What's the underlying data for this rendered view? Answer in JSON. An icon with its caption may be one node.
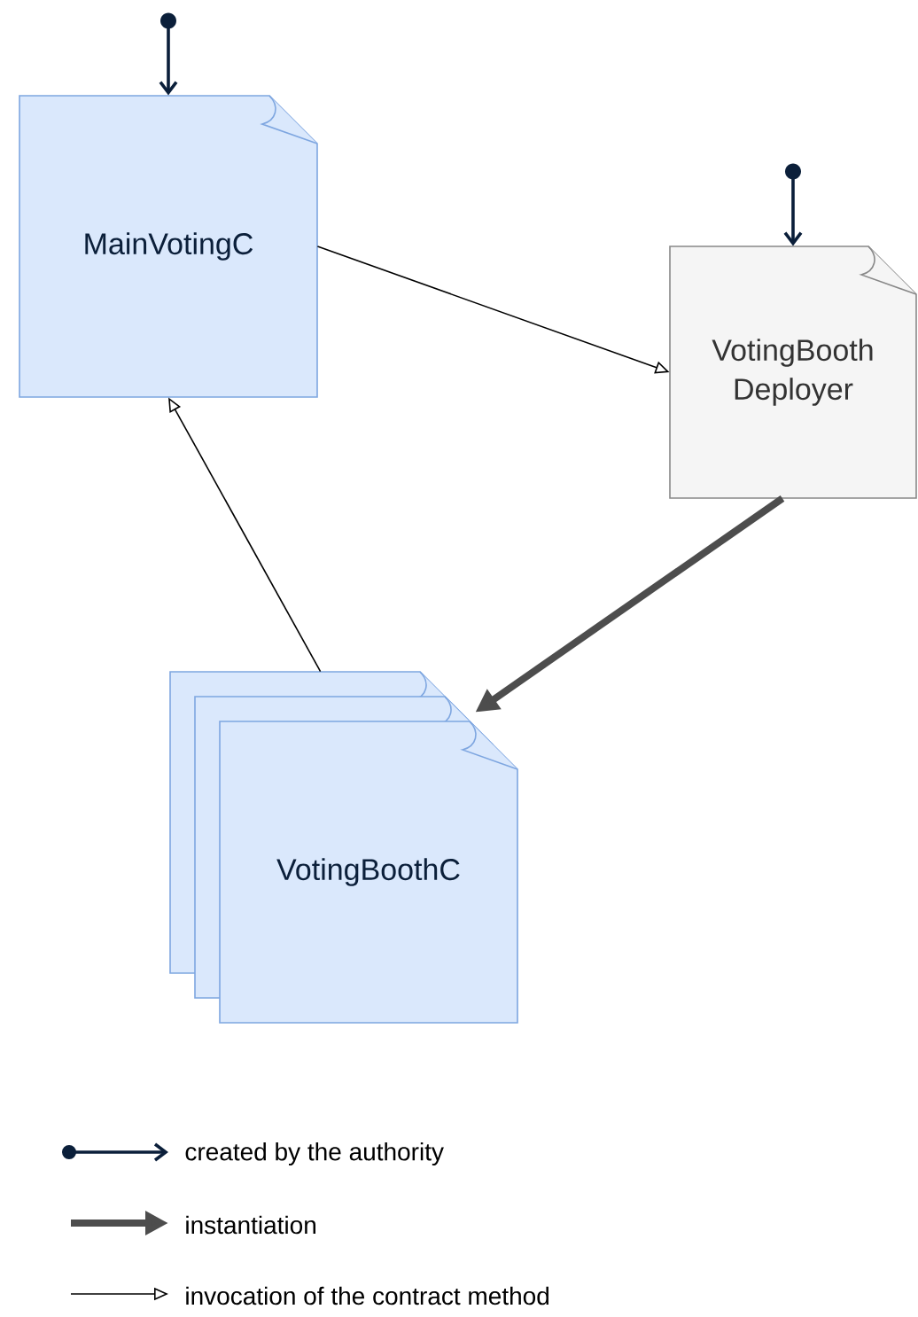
{
  "diagram": {
    "nodes": [
      {
        "text": [
          "MainVotingC"
        ]
      },
      {
        "text": [
          "VotingBooth Deployer"
        ]
      },
      {
        "text": [
          "VotingBoothC"
        ]
      }
    ],
    "edges": [
      {
        "from": null,
        "to": 0,
        "arrow": "to",
        "color": "#0b1f3a"
      },
      {
        "from": null,
        "to": 1,
        "arrow": "to",
        "color": "#0b1f3a"
      },
      {
        "from": 0,
        "to": 1,
        "arrow": "to"
      },
      {
        "from": 1,
        "to": 2,
        "arrow": "to",
        "style": "thick",
        "color": "#4d4d4d"
      },
      {
        "from": 2,
        "to": 0,
        "arrow": "to"
      }
    ],
    "legend": [
      {
        "text": "created by the authority"
      },
      {
        "text": "instantiation"
      },
      {
        "text": "invocation of the contract method"
      }
    ]
  }
}
